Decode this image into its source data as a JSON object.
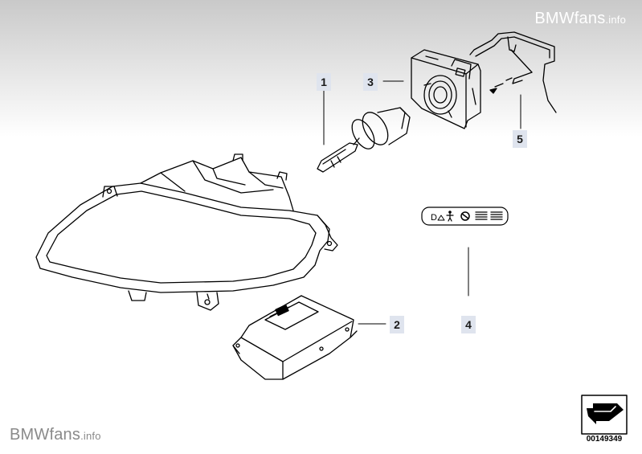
{
  "watermarks": {
    "top": {
      "big": "BMWfans",
      "small": ".info"
    },
    "bottom": {
      "big": "BMWfans",
      "small": ".info"
    }
  },
  "callouts": [
    {
      "id": "1",
      "label": "1"
    },
    {
      "id": "2",
      "label": "2"
    },
    {
      "id": "3",
      "label": "3"
    },
    {
      "id": "4",
      "label": "4"
    },
    {
      "id": "5",
      "label": "5"
    }
  ],
  "diagram_code": "00149349",
  "parts": [
    {
      "icon": "headlight-icon"
    },
    {
      "icon": "xenon-bulb-icon"
    },
    {
      "icon": "control-unit-icon"
    },
    {
      "icon": "igniter-module-icon"
    },
    {
      "icon": "warning-label-icon"
    },
    {
      "icon": "wiring-harness-icon"
    }
  ],
  "colors": {
    "callout_bg": "#dfe4ee",
    "line": "#000000"
  }
}
